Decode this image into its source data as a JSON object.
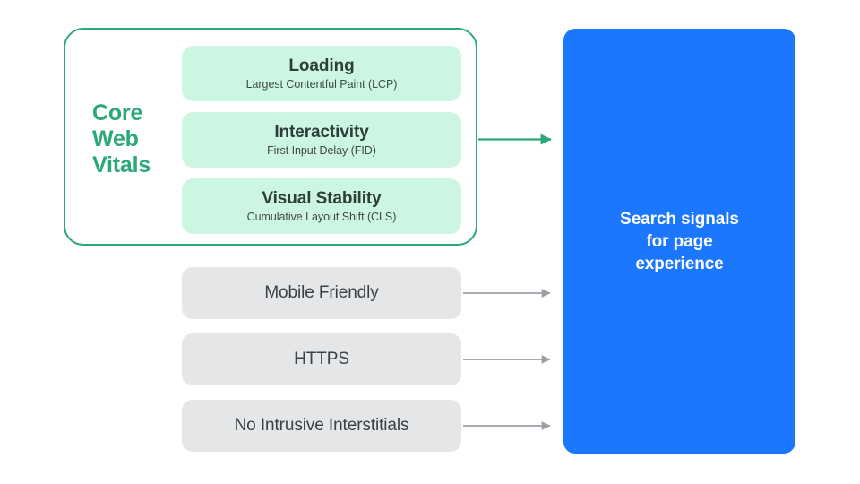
{
  "colors": {
    "accent_green": "#2aa878",
    "mint_fill": "#ccf6e1",
    "grey_fill": "#e5e6e8",
    "brand_blue": "#1b77fd",
    "arrow_grey": "#9aa0a6",
    "text_dark": "#3b4043",
    "background": "#ffffff"
  },
  "core_web_vitals": {
    "group_label": "Core\nWeb\nVitals",
    "group_label_lines": [
      "Core",
      "Web",
      "Vitals"
    ],
    "items": [
      {
        "title": "Loading",
        "subtitle": "Largest Contentful Paint (LCP)",
        "metric_abbr": "LCP"
      },
      {
        "title": "Interactivity",
        "subtitle": "First Input Delay (FID)",
        "metric_abbr": "FID"
      },
      {
        "title": "Visual Stability",
        "subtitle": "Cumulative Layout Shift (CLS)",
        "metric_abbr": "CLS"
      }
    ]
  },
  "other_signals": [
    {
      "label": "Mobile Friendly"
    },
    {
      "label": "HTTPS"
    },
    {
      "label": "No Intrusive Interstitials"
    }
  ],
  "outcome": {
    "text": "Search signals\nfor page\nexperience",
    "lines": [
      "Search signals",
      "for page",
      "experience"
    ]
  },
  "arrows": [
    {
      "name": "core-web-vitals-arrow",
      "color": "#2aa878"
    },
    {
      "name": "mobile-friendly-arrow",
      "color": "#9aa0a6"
    },
    {
      "name": "https-arrow",
      "color": "#9aa0a6"
    },
    {
      "name": "no-intrusive-interstitials-arrow",
      "color": "#9aa0a6"
    }
  ]
}
